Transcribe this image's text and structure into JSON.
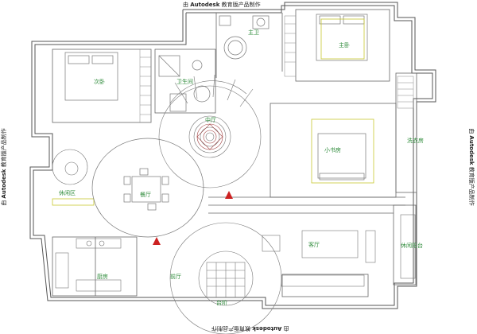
{
  "watermarks": {
    "top": {
      "prefix": "由",
      "brand": "Autodesk",
      "suffix": "教育版产品制作"
    },
    "bottom": {
      "prefix": "由",
      "brand": "Autodesk",
      "suffix": "教育版产品制作"
    },
    "left": {
      "prefix": "由",
      "brand": "Autodesk",
      "suffix": "教育版产品制作"
    },
    "right": {
      "prefix": "由",
      "brand": "Autodesk",
      "suffix": "教育版产品制作"
    }
  },
  "rooms": {
    "master_bath": "主卫",
    "master_bedroom": "主卧",
    "second_bedroom": "次卧",
    "bathroom": "卫生间",
    "central_hall": "中厅",
    "small_study": "小书房",
    "laundry": "洗衣房",
    "leisure": "休闲区",
    "dining": "餐厅",
    "kitchen": "厨房",
    "foyer": "前厅",
    "living_room": "客厅",
    "balcony": "休闲阳台",
    "stair": "台阶"
  },
  "colors": {
    "room_label": "#2e8b3a",
    "wall": "#555555",
    "furniture": "#777777",
    "accent": "#cc2222",
    "fixture": "#c8c830"
  }
}
